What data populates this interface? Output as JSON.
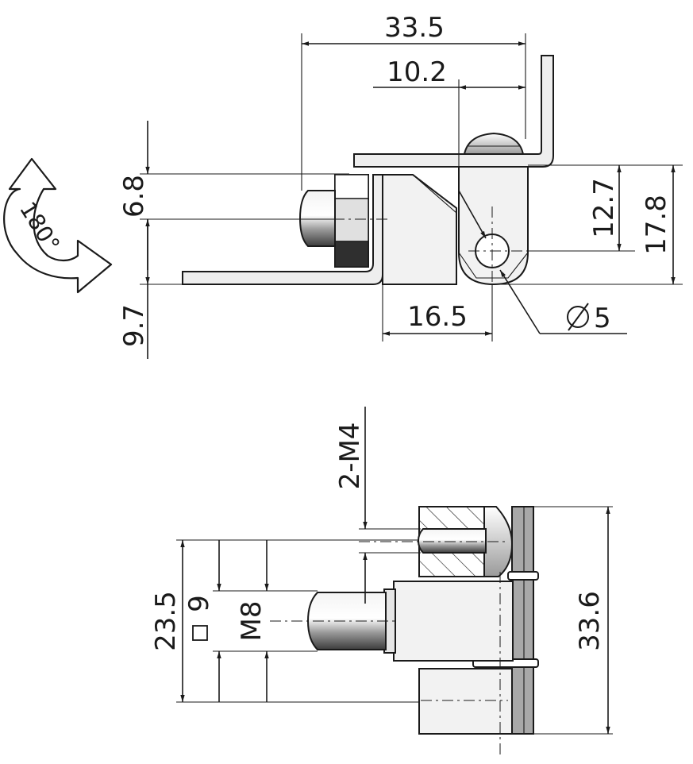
{
  "top_view": {
    "rotation_label": "180°",
    "dims": {
      "overall_width": "33.5",
      "offset": "10.2",
      "screw_height": "6.8",
      "base_height": "9.7",
      "pivot_height": "12.7",
      "total_height": "17.8",
      "body_width": "16.5",
      "hole_diameter": "5"
    }
  },
  "bottom_view": {
    "dims": {
      "thread_label": "2-M4",
      "overall_height": "23.5",
      "square_size": "9",
      "bolt_thread": "M8",
      "plate_height": "33.6"
    }
  },
  "colors": {
    "line": "#1a1a1a",
    "part_fill": "#eeeeee",
    "shade_dark": "#3a3a3a",
    "shade_mid": "#a8a8a8",
    "background": "#ffffff"
  }
}
